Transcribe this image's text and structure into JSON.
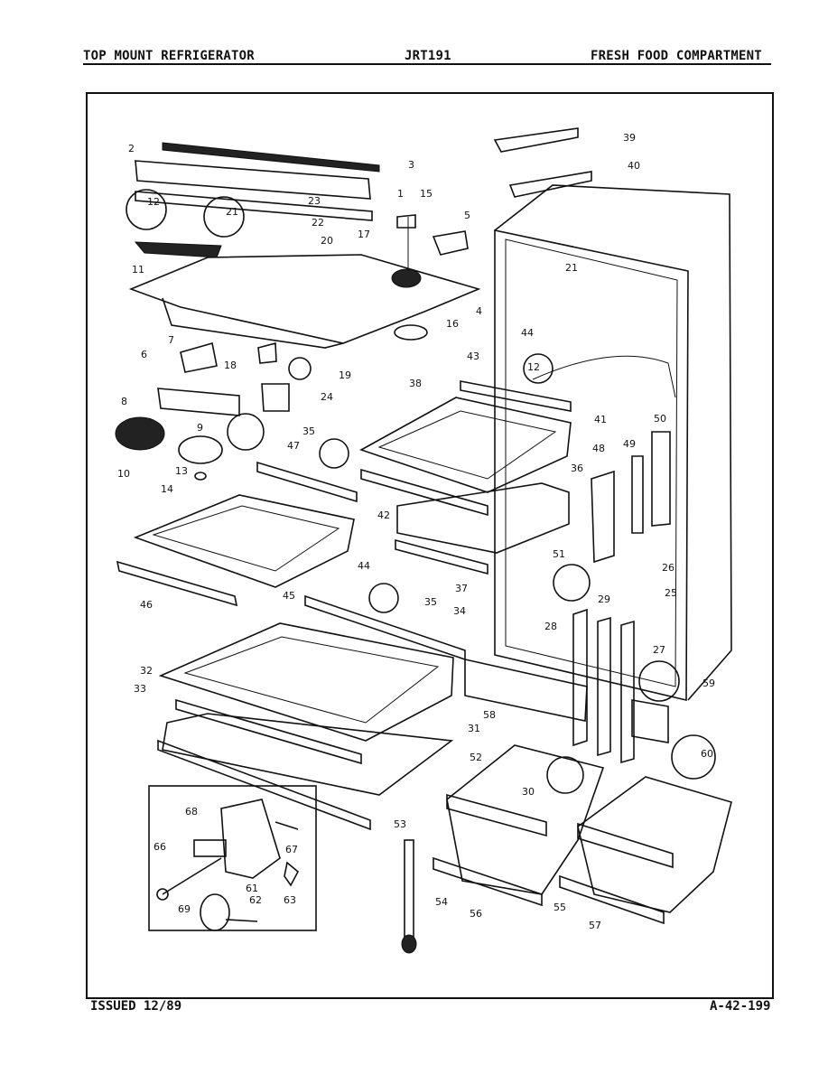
{
  "header": {
    "left": "TOP MOUNT REFRIGERATOR",
    "center": "JRT191",
    "right": "FRESH FOOD COMPARTMENT"
  },
  "footer": {
    "left": "ISSUED 12/89",
    "right": "A-42-199"
  },
  "callouts": [
    "1",
    "2",
    "3",
    "4",
    "5",
    "6",
    "7",
    "8",
    "9",
    "10",
    "11",
    "12",
    "13",
    "14",
    "15",
    "16",
    "17",
    "18",
    "19",
    "20",
    "21",
    "22",
    "23",
    "24",
    "25",
    "26",
    "27",
    "28",
    "29",
    "30",
    "31",
    "32",
    "33",
    "34",
    "35",
    "35",
    "36",
    "37",
    "38",
    "39",
    "40",
    "41",
    "42",
    "43",
    "44",
    "44",
    "45",
    "46",
    "47",
    "48",
    "49",
    "50",
    "51",
    "52",
    "53",
    "54",
    "55",
    "56",
    "57",
    "58",
    "59",
    "60",
    "61",
    "62",
    "63",
    "66",
    "67",
    "68",
    "69",
    "12",
    "21"
  ]
}
